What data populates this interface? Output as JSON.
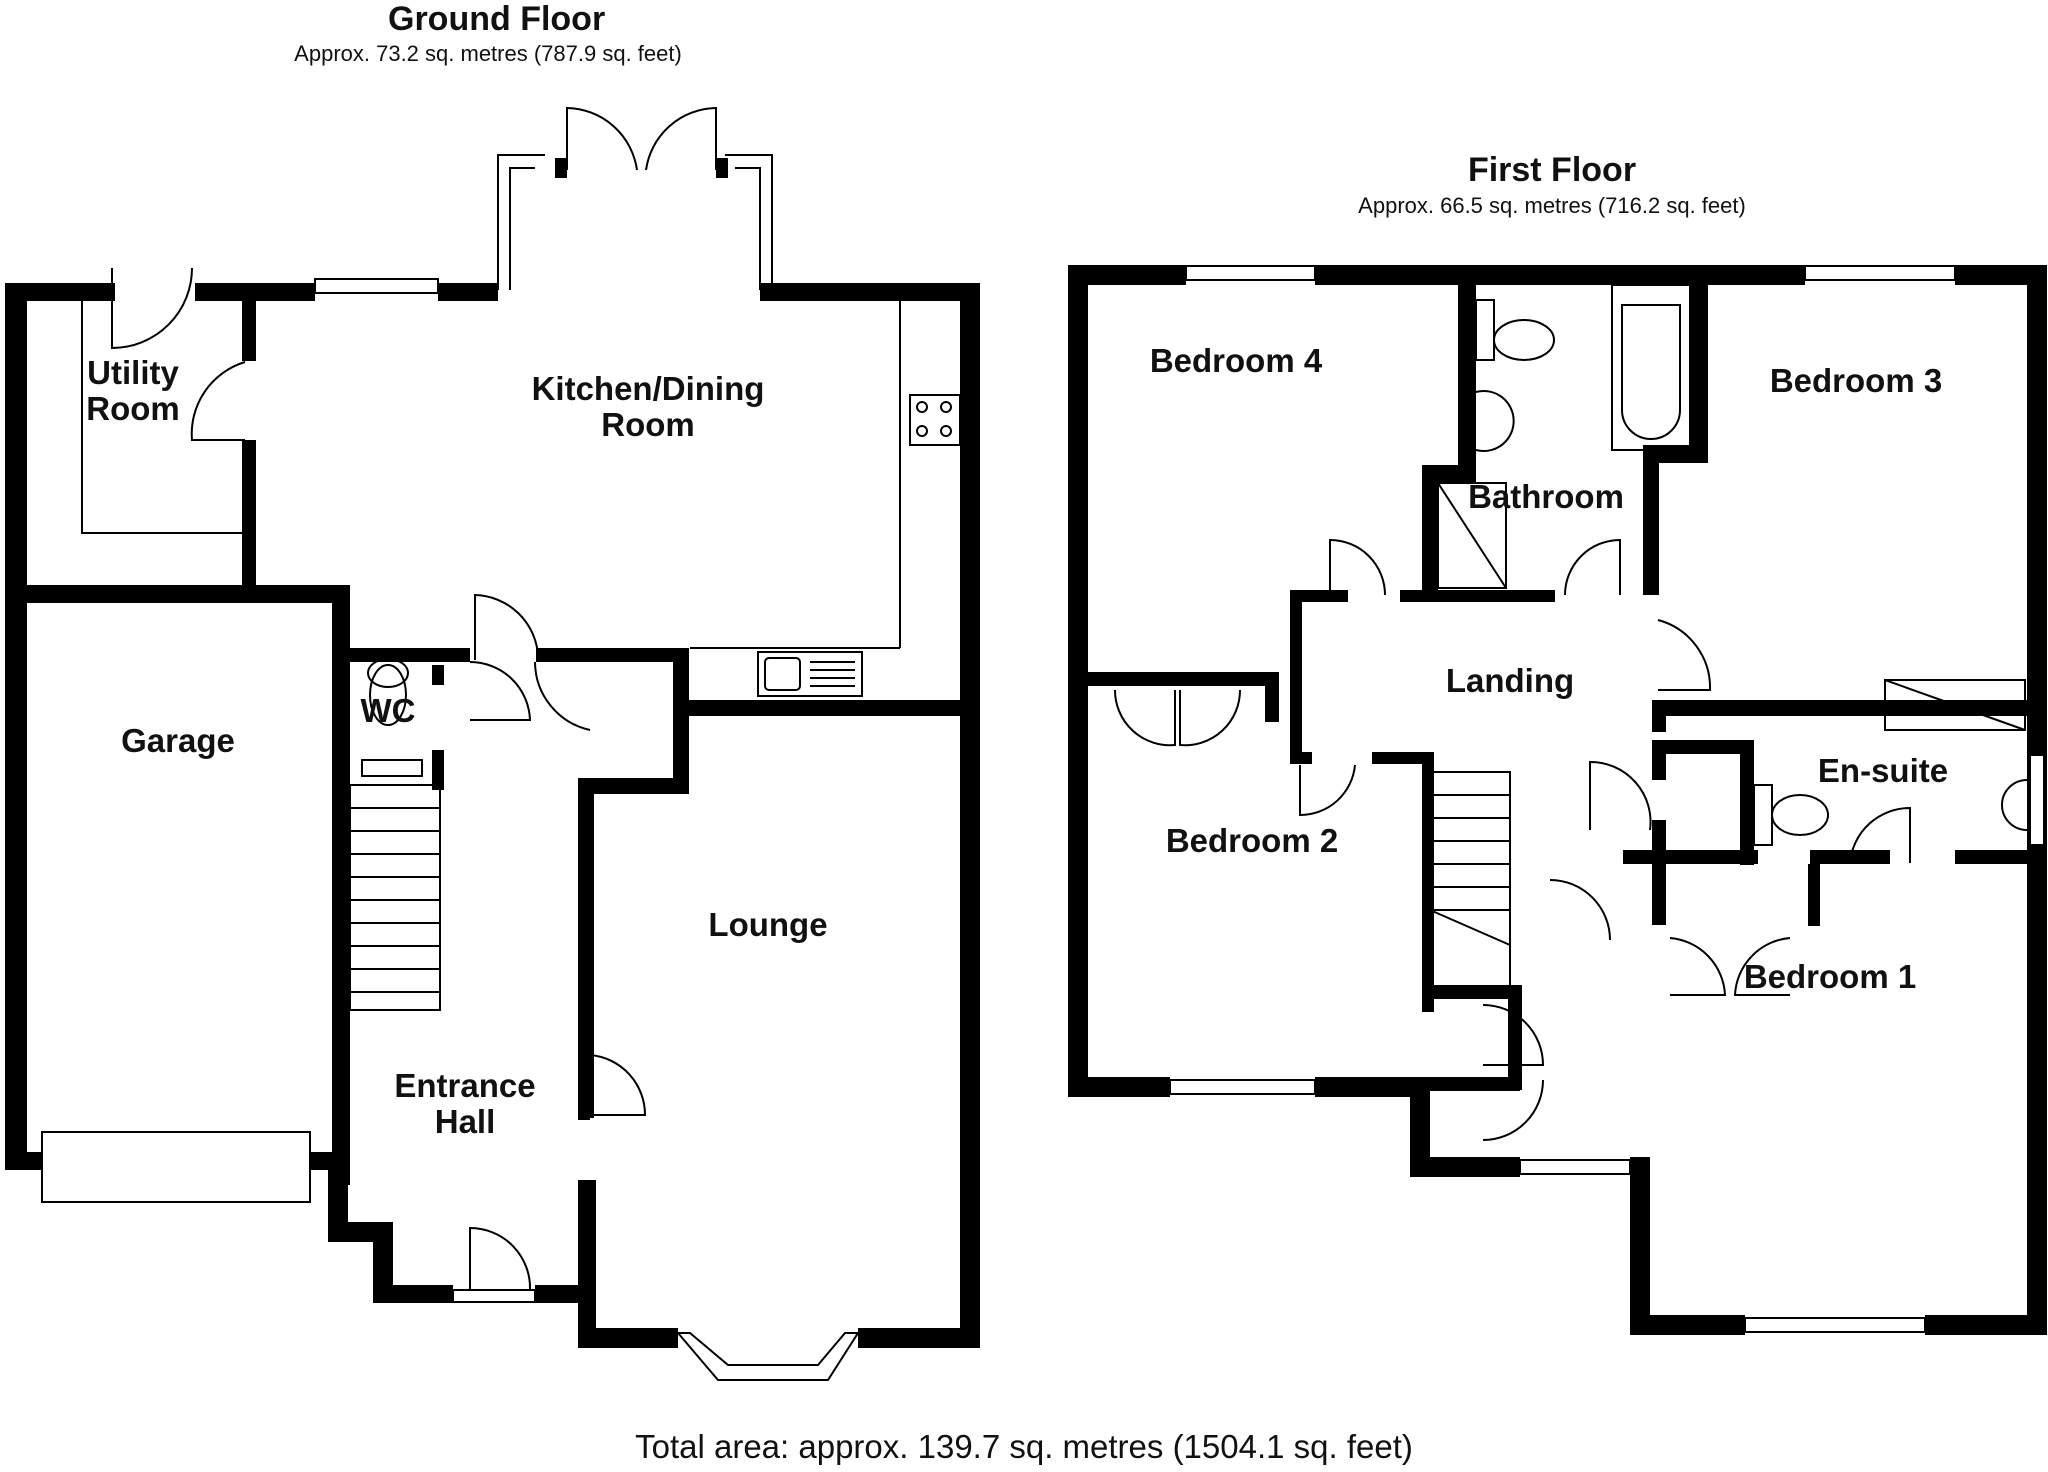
{
  "ground_floor": {
    "title": "Ground Floor",
    "area": "Approx. 73.2 sq. metres (787.9 sq. feet)",
    "rooms": {
      "utility": [
        "Utility",
        "Room"
      ],
      "kitchen": [
        "Kitchen/Dining",
        "Room"
      ],
      "wc": "WC",
      "garage": "Garage",
      "lounge": "Lounge",
      "hall": [
        "Entrance",
        "Hall"
      ]
    }
  },
  "first_floor": {
    "title": "First Floor",
    "area": "Approx. 66.5 sq. metres (716.2 sq. feet)",
    "rooms": {
      "bedroom4": "Bedroom 4",
      "bathroom": "Bathroom",
      "bedroom3": "Bedroom 3",
      "landing": "Landing",
      "ensuite": "En-suite",
      "bedroom2": "Bedroom 2",
      "bedroom1": "Bedroom 1"
    }
  },
  "total_area": "Total area: approx. 139.7 sq. metres (1504.1 sq. feet)"
}
